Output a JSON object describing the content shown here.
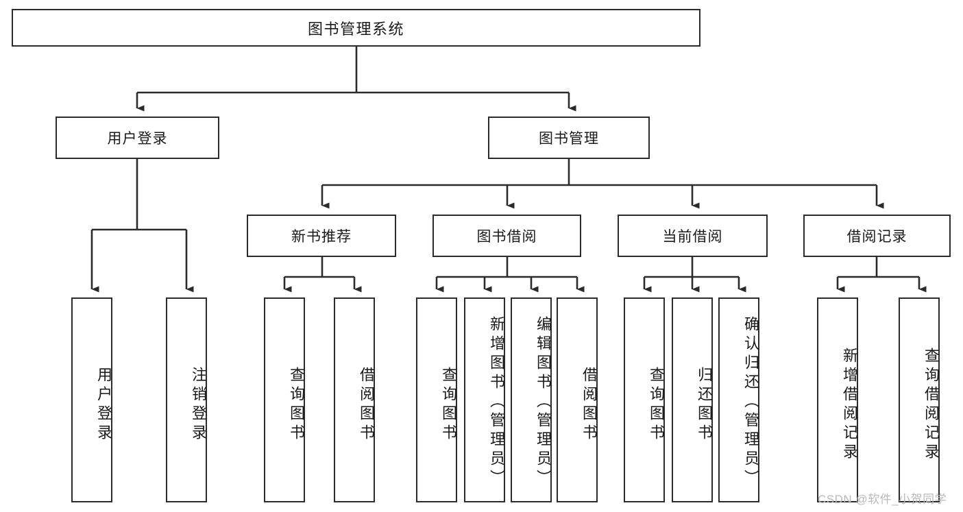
{
  "diagram": {
    "type": "tree-hierarchy-diagram",
    "title": "图书管理系统",
    "watermark": "CSDN @软件_小贺同学",
    "colors": {
      "box_border": "#2b2b2b",
      "box_fill": "#ffffff",
      "connector": "#2b2b2b",
      "text": "#1a1a1a",
      "watermark": "#b9b9b9",
      "background": "#ffffff"
    },
    "root": {
      "label": "图书管理系统"
    },
    "level2": [
      {
        "label": "用户登录"
      },
      {
        "label": "图书管理"
      }
    ],
    "level3": [
      {
        "label": "新书推荐"
      },
      {
        "label": "图书借阅"
      },
      {
        "label": "当前借阅"
      },
      {
        "label": "借阅记录"
      }
    ],
    "leaves": {
      "user_login": [
        {
          "label": "用户登录"
        },
        {
          "label": "注销登录"
        }
      ],
      "new_book_recommend": [
        {
          "label": "查询图书"
        },
        {
          "label": "借阅图书"
        }
      ],
      "book_borrow": [
        {
          "label": "查询图书"
        },
        {
          "label": "新增图书（管理员）"
        },
        {
          "label": "编辑图书（管理员）"
        },
        {
          "label": "借阅图书"
        }
      ],
      "current_borrow": [
        {
          "label": "查询图书"
        },
        {
          "label": "归还图书"
        },
        {
          "label": "确认归还（管理员）"
        }
      ],
      "borrow_records": [
        {
          "label": "新增借阅记录"
        },
        {
          "label": "查询借阅记录"
        }
      ]
    }
  }
}
